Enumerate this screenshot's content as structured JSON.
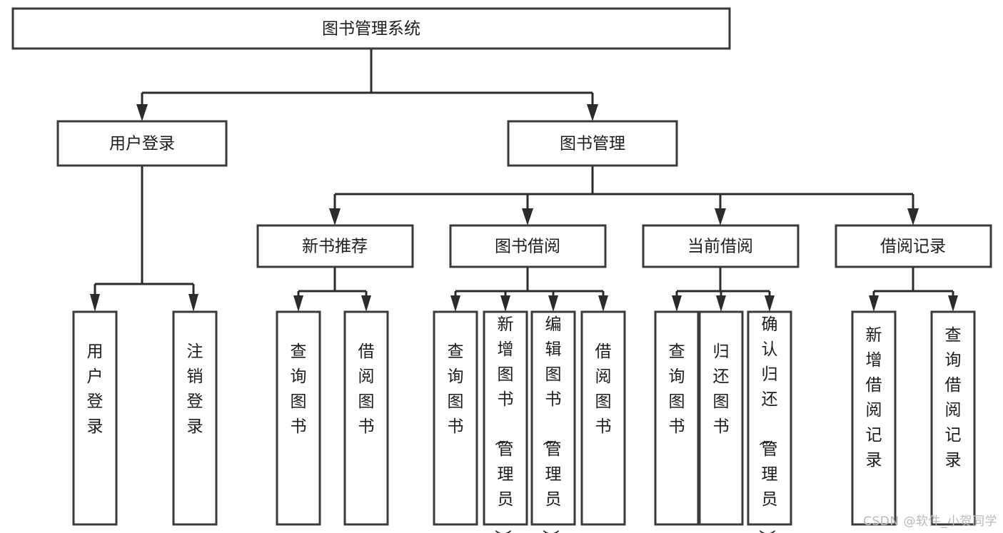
{
  "diagram": {
    "type": "tree-hierarchy-flowchart",
    "title": "图书管理系统",
    "watermark": "CSDN @软件_小贺同学",
    "colors": {
      "background": "#ffffff",
      "box_stroke": "#3a3a3a",
      "edge_stroke": "#2b2b2b",
      "text": "#1c1c1c",
      "watermark": "#b9b9b9"
    },
    "levels": {
      "root": {
        "label": "图书管理系统"
      },
      "level2": [
        {
          "label": "用户登录"
        },
        {
          "label": "图书管理"
        }
      ],
      "level3": [
        {
          "label": "新书推荐"
        },
        {
          "label": "图书借阅"
        },
        {
          "label": "当前借阅"
        },
        {
          "label": "借阅记录"
        }
      ],
      "leaves": [
        {
          "label": "用户登录",
          "parent": "用户登录"
        },
        {
          "label": "注销登录",
          "parent": "用户登录"
        },
        {
          "label": "查询图书",
          "parent": "新书推荐"
        },
        {
          "label": "借阅图书",
          "parent": "新书推荐"
        },
        {
          "label": "查询图书",
          "parent": "图书借阅"
        },
        {
          "label": "新增图书（管理员）",
          "parent": "图书借阅"
        },
        {
          "label": "编辑图书（管理员）",
          "parent": "图书借阅"
        },
        {
          "label": "借阅图书",
          "parent": "图书借阅"
        },
        {
          "label": "查询图书",
          "parent": "当前借阅"
        },
        {
          "label": "归还图书",
          "parent": "当前借阅"
        },
        {
          "label": "确认归还（管理员）",
          "parent": "当前借阅"
        },
        {
          "label": "新增借阅记录",
          "parent": "借阅记录"
        },
        {
          "label": "查询借阅记录",
          "parent": "借阅记录"
        }
      ]
    }
  }
}
